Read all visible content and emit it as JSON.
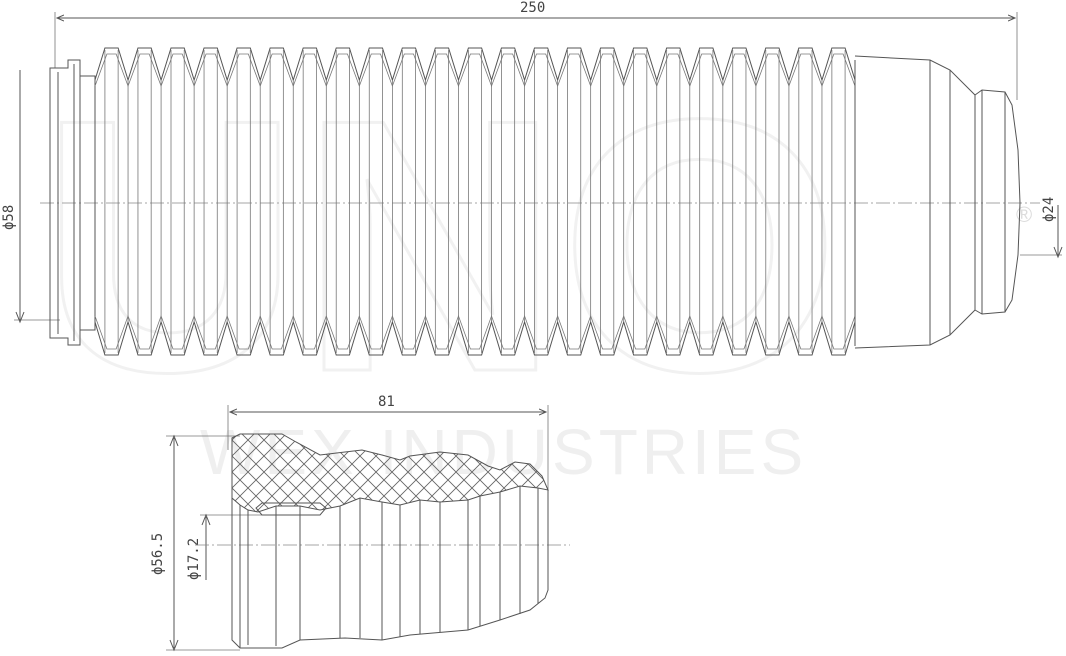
{
  "watermark": {
    "brand_letters": "UNO",
    "company": "WEX INDUSTRIES",
    "registered_mark": "®"
  },
  "drawings": {
    "dust_boot": {
      "overall_length": "250",
      "large_diameter": "ϕ58",
      "small_diameter": "ϕ24"
    },
    "bump_stop": {
      "overall_length": "81",
      "outer_diameter": "ϕ56.5",
      "inner_diameter": "ϕ17.2"
    }
  },
  "colors": {
    "line": "#555555",
    "watermark": "#efefef"
  }
}
